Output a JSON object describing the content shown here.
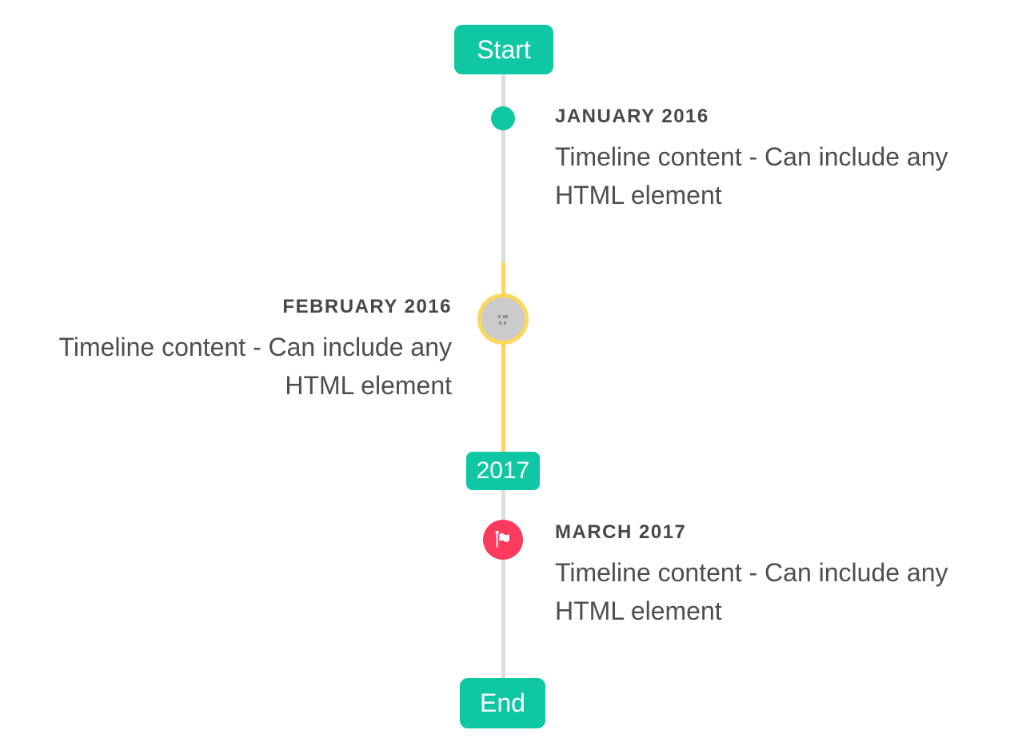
{
  "page": {
    "background": "#ffffff",
    "description": "Vertical timeline widget demo"
  },
  "colors": {
    "accent_teal": "#10c7a3",
    "highlight_yellow": "#fcd75b",
    "marker_red": "#fa3b5d",
    "line_gray": "#dcdcdc",
    "image_circle_gray": "#cbcbcb",
    "title_text": "#474747",
    "body_text": "#4e4e4e",
    "badge_text": "#ffffff"
  },
  "icons": {
    "march_marker": "flag-icon",
    "february_marker": "broken-image-icon",
    "january_marker": "dot-icon"
  },
  "timeline": {
    "start_flag": "Start",
    "year_flag": "2017",
    "end_flag": "End",
    "items": [
      {
        "title": "JANUARY 2016",
        "side": "right",
        "marker": "teal-dot",
        "content_lines": [
          "Timeline content - Can include any",
          "HTML element"
        ]
      },
      {
        "title": "FEBRUARY 2016",
        "side": "left",
        "marker": "gray-image-circle-yellow-ring",
        "content_lines": [
          "Timeline content - Can include any",
          "HTML element"
        ]
      },
      {
        "title": "MARCH 2017",
        "side": "right",
        "marker": "red-flag-circle",
        "content_lines": [
          "Timeline content - Can include any",
          "HTML element"
        ]
      }
    ]
  }
}
